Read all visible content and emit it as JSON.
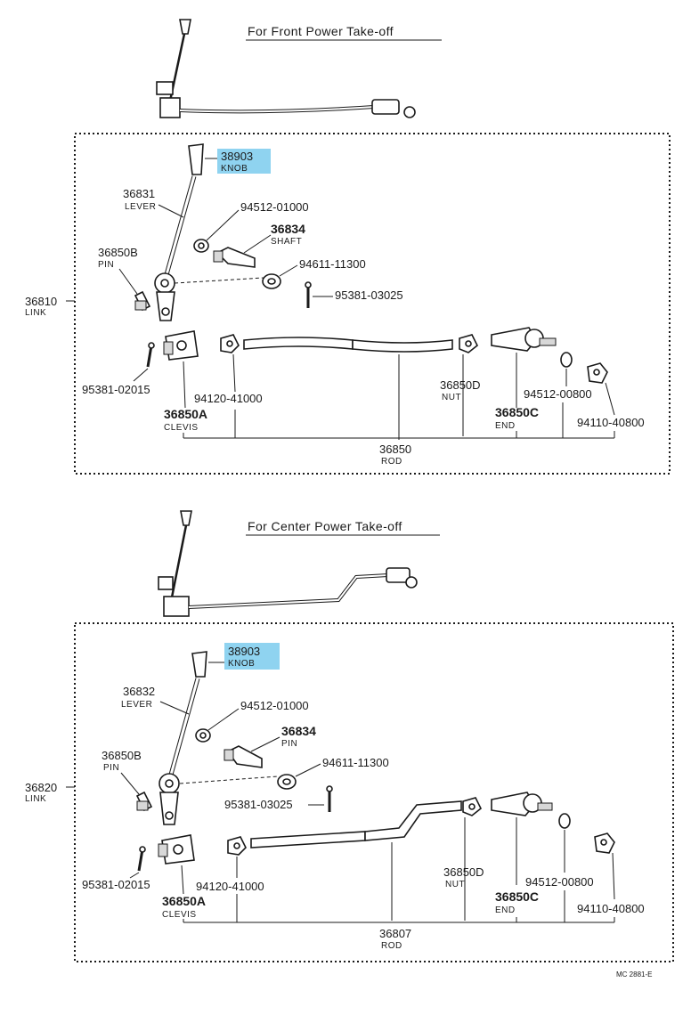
{
  "section1": {
    "title": "For  Front  Power  Take-off",
    "assembly": {
      "number": "36810",
      "name": "LINK"
    },
    "parts": {
      "knob": {
        "number": "38903",
        "name": "KNOB"
      },
      "lever": {
        "number": "36831",
        "name": "LEVER"
      },
      "washer_small": {
        "number": "94512-01000"
      },
      "shaft": {
        "number": "36834",
        "name": "SHAFT"
      },
      "pin_b": {
        "number": "36850B",
        "name": "PIN"
      },
      "washer_mid": {
        "number": "94611-11300"
      },
      "cotter_upper": {
        "number": "95381-03025"
      },
      "cotter_lower": {
        "number": "95381-02015"
      },
      "nut_left": {
        "number": "94120-41000"
      },
      "clevis": {
        "number": "36850A",
        "name": "CLEVIS"
      },
      "nut_d": {
        "number": "36850D",
        "name": "NUT"
      },
      "end_c": {
        "number": "36850C",
        "name": "END"
      },
      "washer_right": {
        "number": "94512-00800"
      },
      "nut_right": {
        "number": "94110-40800"
      },
      "rod": {
        "number": "36850",
        "name": "ROD"
      }
    }
  },
  "section2": {
    "title": "For  Center  Power  Take-off",
    "assembly": {
      "number": "36820",
      "name": "LINK"
    },
    "parts": {
      "knob": {
        "number": "38903",
        "name": "KNOB"
      },
      "lever": {
        "number": "36832",
        "name": "LEVER"
      },
      "washer_small": {
        "number": "94512-01000"
      },
      "pin_shaft": {
        "number": "36834",
        "name": "PIN"
      },
      "pin_b": {
        "number": "36850B",
        "name": "PIN"
      },
      "washer_mid": {
        "number": "94611-11300"
      },
      "cotter_upper": {
        "number": "95381-03025"
      },
      "cotter_lower": {
        "number": "95381-02015"
      },
      "nut_left": {
        "number": "94120-41000"
      },
      "clevis": {
        "number": "36850A",
        "name": "CLEVIS"
      },
      "nut_d": {
        "number": "36850D",
        "name": "NUT"
      },
      "end_c": {
        "number": "36850C",
        "name": "END"
      },
      "washer_right": {
        "number": "94512-00800"
      },
      "nut_right": {
        "number": "94110-40800"
      },
      "rod": {
        "number": "36807",
        "name": "ROD"
      }
    }
  },
  "footer": {
    "code": "MC  2881-E"
  },
  "colors": {
    "highlight": "#8fd3f0",
    "ink": "#1a1a1a"
  }
}
